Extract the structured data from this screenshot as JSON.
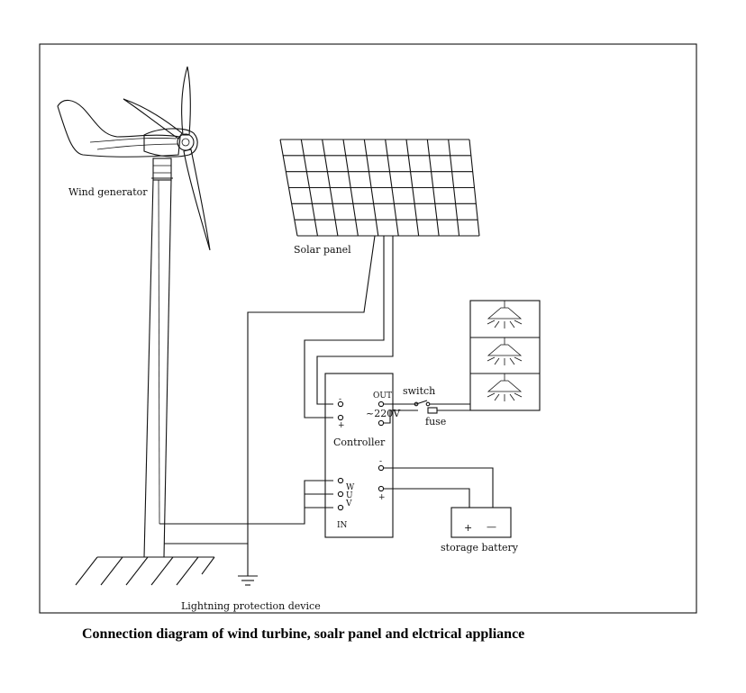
{
  "labels": {
    "wind_generator": "Wind generator",
    "solar_panel": "Solar panel",
    "controller": "Controller",
    "switch": "switch",
    "fuse": "fuse",
    "storage_battery": "storage battery",
    "lightning_protection": "Lightning protection device",
    "out": "OUT",
    "ac_220": "~220V",
    "in": "IN",
    "minus": "-",
    "plus": "+",
    "phase_w": "W",
    "phase_u": "U",
    "phase_v": "V",
    "battery_plus": "+",
    "battery_minus": "—"
  },
  "caption": "Connection diagram of wind turbine, soalr panel and elctrical appliance"
}
